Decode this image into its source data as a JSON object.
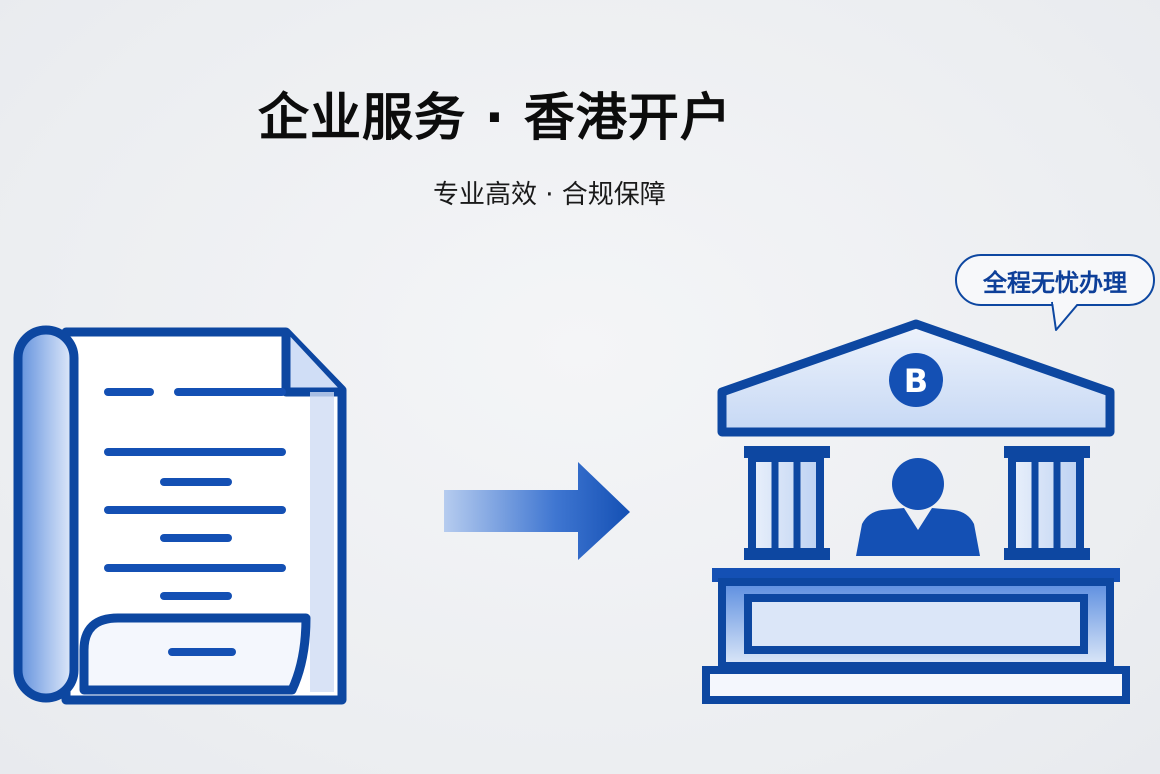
{
  "header": {
    "title": "企业服务 · 香港开户",
    "subtitle": "专业高效 · 合规保障"
  },
  "bubble": {
    "text": "全程无忧办理"
  },
  "bank": {
    "badge_letter": "B"
  },
  "colors": {
    "primary": "#0d47a1",
    "accent": "#1e5bc6",
    "light": "#d6e3f8",
    "background": "#eef0f2"
  },
  "icons": [
    "document-scroll-icon",
    "arrow-right-icon",
    "bank-icon",
    "banker-icon"
  ]
}
